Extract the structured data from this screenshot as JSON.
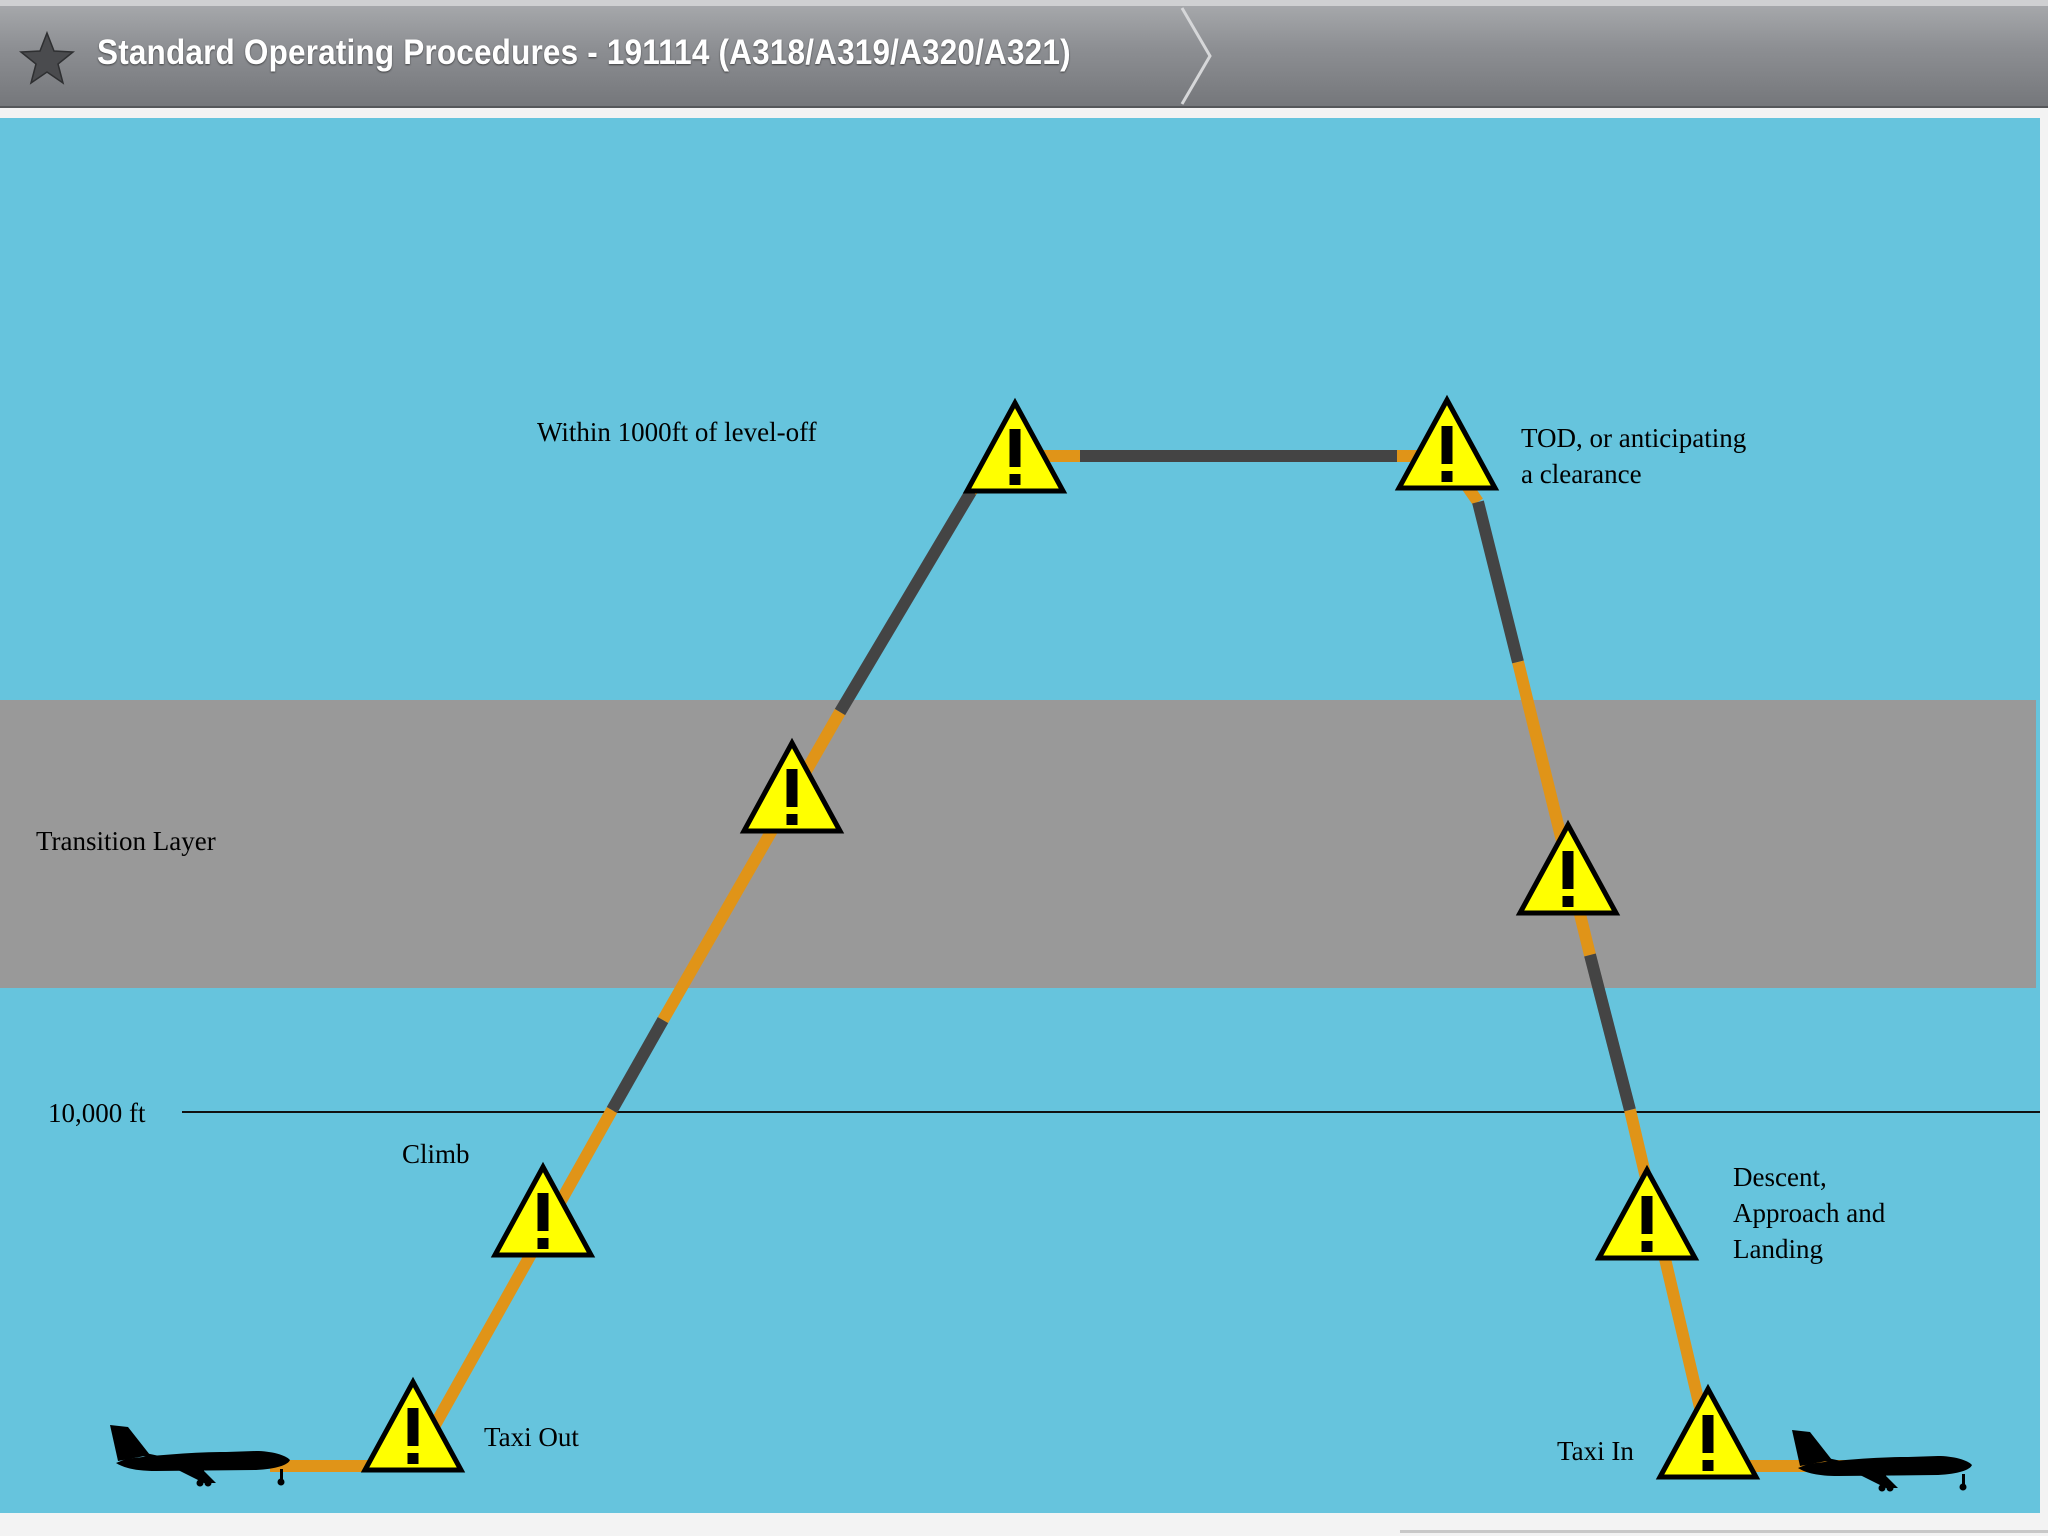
{
  "header": {
    "title": "Standard Operating Procedures - 191114 (A318/A319/A320/A321)",
    "icon": "star-icon"
  },
  "diagram": {
    "labels": {
      "transition_layer": "Transition Layer",
      "ten_thousand": "10,000 ft",
      "climb": "Climb",
      "taxi_out": "Taxi Out",
      "level_off": "Within 1000ft of level-off",
      "tod_line1": "TOD, or anticipating",
      "tod_line2": "a clearance",
      "descent_line1": "Descent,",
      "descent_line2": "Approach and",
      "descent_line3": "Landing",
      "taxi_in": "Taxi In"
    },
    "colors": {
      "sky": "#66c4dd",
      "transition_band": "#999999",
      "path_orange": "#e09418",
      "path_dark": "#444444",
      "warning_fill": "#ffff00"
    },
    "icons": [
      "airplane-icon",
      "warning-icon"
    ]
  }
}
